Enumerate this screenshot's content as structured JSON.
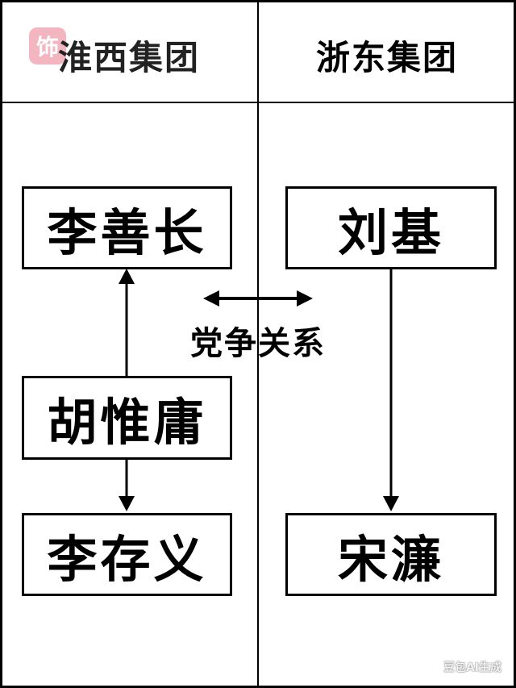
{
  "columns": {
    "left": {
      "header": "淮西集团"
    },
    "right": {
      "header": "浙东集团"
    }
  },
  "nodes": {
    "li_shanchang": "李善长",
    "hu_weiyong": "胡惟庸",
    "li_cunyi": "李存义",
    "liu_ji": "刘基",
    "song_lian": "宋濂"
  },
  "relation_label": "党争关系",
  "logo_glyph": "饰",
  "watermark": "豆包AI生成",
  "colors": {
    "line": "#000000",
    "background": "#ffffff",
    "logo": "#f2a9b6"
  }
}
